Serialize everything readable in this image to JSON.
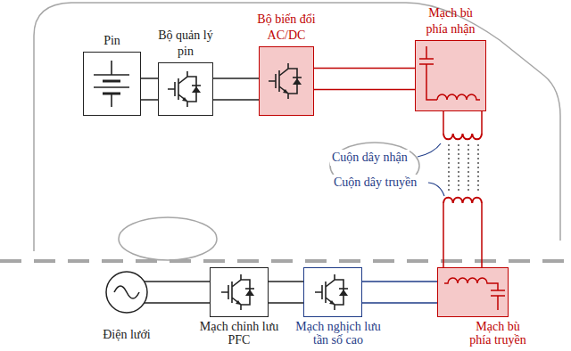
{
  "diagram": {
    "nodes": [
      {
        "text": [
          "Pin"
        ]
      },
      {
        "text": [
          "Bộ quản lý pin"
        ]
      },
      {
        "text": [
          "Bộ biến đổi AC/DC"
        ]
      },
      {
        "text": [
          "Mạch bù phía nhận"
        ]
      },
      {
        "text": [
          "Điện lưới"
        ]
      },
      {
        "text": [
          "Mạch chỉnh lưu PFC"
        ]
      },
      {
        "text": [
          "Mạch nghịch lưu tần số cao"
        ]
      },
      {
        "text": [
          "Mạch bù phía truyền"
        ]
      }
    ],
    "edges": [
      {
        "from": 0,
        "to": 1,
        "arrow": "none"
      },
      {
        "from": 1,
        "to": 2,
        "arrow": "none"
      },
      {
        "from": 2,
        "to": 3,
        "arrow": "none"
      },
      {
        "from": 4,
        "to": 5,
        "arrow": "none"
      },
      {
        "from": 5,
        "to": 6,
        "arrow": "none"
      },
      {
        "from": 6,
        "to": 7,
        "arrow": "none"
      }
    ],
    "labels": [
      "Cuộn dây nhận",
      "Cuộn dây truyền"
    ]
  }
}
